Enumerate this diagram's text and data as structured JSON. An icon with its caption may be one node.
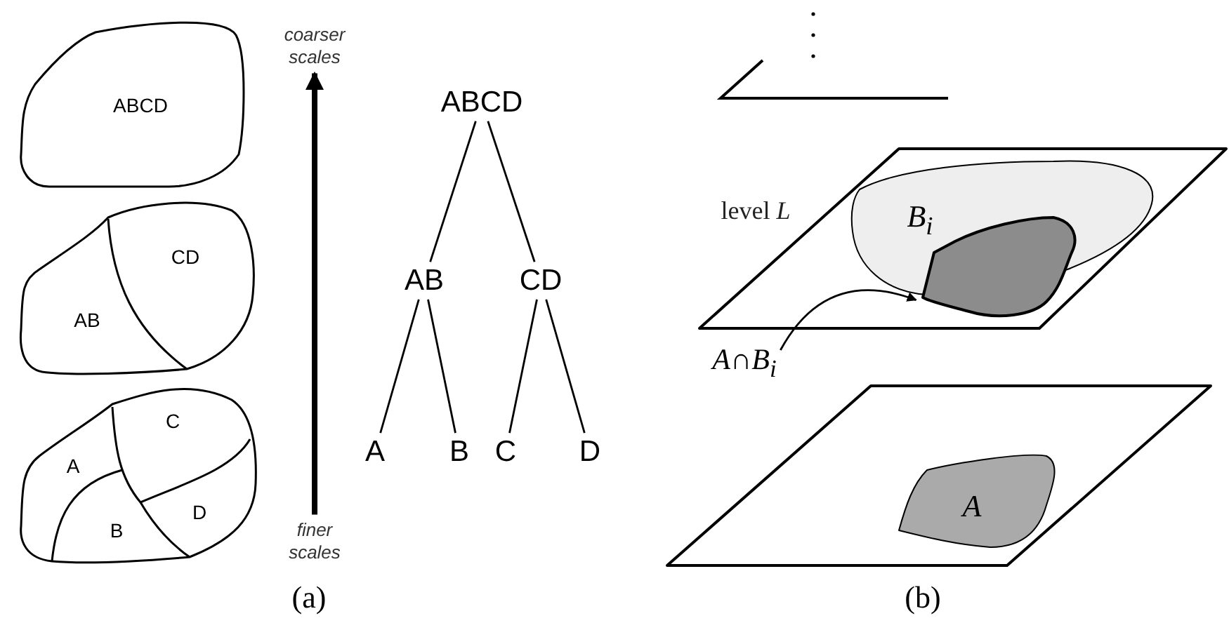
{
  "diagram": {
    "nodes": [
      {
        "text": [
          "ABCD"
        ]
      },
      {
        "text": [],
        "shape": "blob"
      },
      {
        "text": [
          "AB"
        ],
        "in": 1
      },
      {
        "text": [
          "CD"
        ],
        "in": 1
      },
      {
        "text": [],
        "shape": "blob"
      },
      {
        "text": [
          "A"
        ],
        "in": 4
      },
      {
        "text": [
          "B"
        ],
        "in": 4
      },
      {
        "text": [
          "C"
        ],
        "in": 4
      },
      {
        "text": [
          "D"
        ],
        "in": 4
      },
      {
        "text": [
          "ABCD"
        ]
      },
      {
        "text": [
          "AB"
        ]
      },
      {
        "text": [
          "CD"
        ]
      },
      {
        "text": [
          "A"
        ]
      },
      {
        "text": [
          "B"
        ]
      },
      {
        "text": [
          "C"
        ]
      },
      {
        "text": [
          "D"
        ]
      },
      {
        "text": [
          "coarser scales"
        ]
      },
      {
        "text": [
          "finer scales"
        ]
      },
      {
        "text": [
          "level *L*"
        ]
      },
      {
        "text": [
          "B$_{i}$"
        ],
        "in": 18
      },
      {
        "text": [],
        "shape": "blob",
        "in": 18
      },
      {
        "text": [
          "A∩B$_{i}$"
        ]
      },
      {
        "text": [],
        "shape": "parallelogram"
      },
      {
        "text": [
          "A"
        ],
        "in": 22
      }
    ],
    "edges": [
      {
        "from": 9,
        "to": 10,
        "arrow": "none"
      },
      {
        "from": 9,
        "to": 11,
        "arrow": "none"
      },
      {
        "from": 10,
        "to": 12,
        "arrow": "none"
      },
      {
        "from": 10,
        "to": 13,
        "arrow": "none"
      },
      {
        "from": 11,
        "to": 14,
        "arrow": "none"
      },
      {
        "from": 11,
        "to": 15,
        "arrow": "none"
      },
      {
        "from": 17,
        "to": 16,
        "arrow": "to",
        "style": "thick"
      },
      {
        "from": 21,
        "to": 20,
        "arrow": "to"
      }
    ],
    "labels": [
      "(a)",
      "(b)"
    ]
  }
}
